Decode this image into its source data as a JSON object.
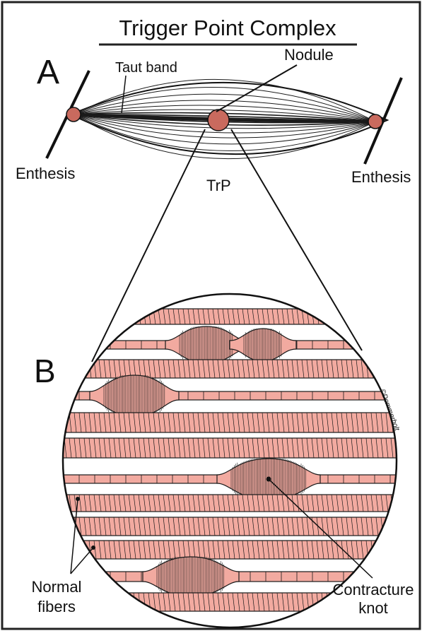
{
  "figure": {
    "title": "Trigger Point Complex",
    "panel_a": {
      "letter": "A",
      "labels": {
        "taut_band": "Taut band",
        "nodule": "Nodule",
        "enthesis_left": "Enthesis",
        "enthesis_right": "Enthesis",
        "trp": "TrP"
      }
    },
    "panel_b": {
      "letter": "B",
      "labels": {
        "normal_fibers_line1": "Normal",
        "normal_fibers_line2": "fibers",
        "contracture_knot_line1": "Contracture",
        "contracture_knot_line2": "knot"
      },
      "signature": "©Dommerholt"
    },
    "colors": {
      "fiber_fill": "#f2aaa0",
      "nodule_fill": "#c96a5e",
      "ink": "#1a1a1a",
      "frame": "#222222"
    }
  }
}
